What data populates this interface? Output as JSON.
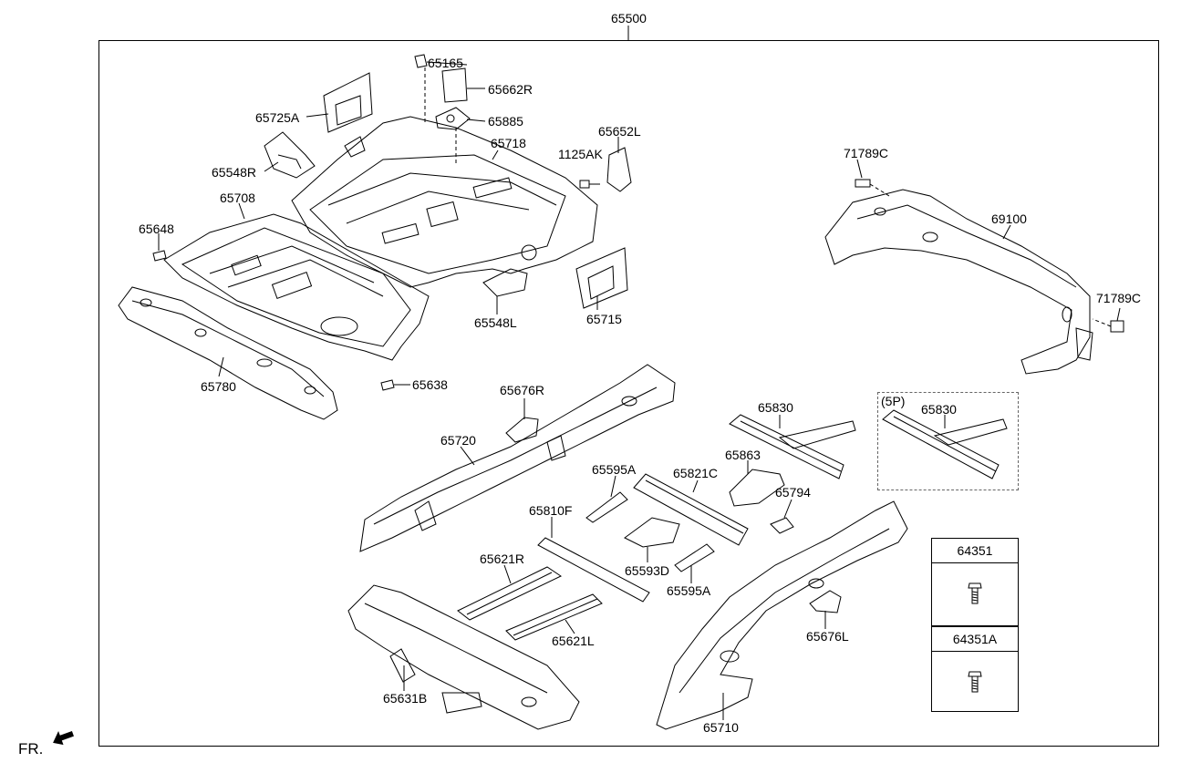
{
  "assembly_number": "65500",
  "front_indicator": "FR.",
  "group_note": "(5P)",
  "parts": {
    "p65165": "65165",
    "p65662R": "65662R",
    "p65725A": "65725A",
    "p65885": "65885",
    "p65652L": "65652L",
    "p65718": "65718",
    "p1125AK": "1125AK",
    "p65548R": "65548R",
    "p65708": "65708",
    "p65648": "65648",
    "p71789C_top": "71789C",
    "p69100": "69100",
    "p71789C_right": "71789C",
    "p65715": "65715",
    "p65548L": "65548L",
    "p65780": "65780",
    "p65638": "65638",
    "p65676R": "65676R",
    "p65830_a": "65830",
    "p65830_b": "65830",
    "p65720": "65720",
    "p65863": "65863",
    "p65595A_a": "65595A",
    "p65821C": "65821C",
    "p65794": "65794",
    "p65810F": "65810F",
    "p65593D": "65593D",
    "p65621R": "65621R",
    "p65595A_b": "65595A",
    "p65621L": "65621L",
    "p65676L": "65676L",
    "p65631B": "65631B",
    "p65710": "65710"
  },
  "legend": {
    "items": [
      "64351",
      "64351A"
    ],
    "icon": "bolt-icon"
  }
}
